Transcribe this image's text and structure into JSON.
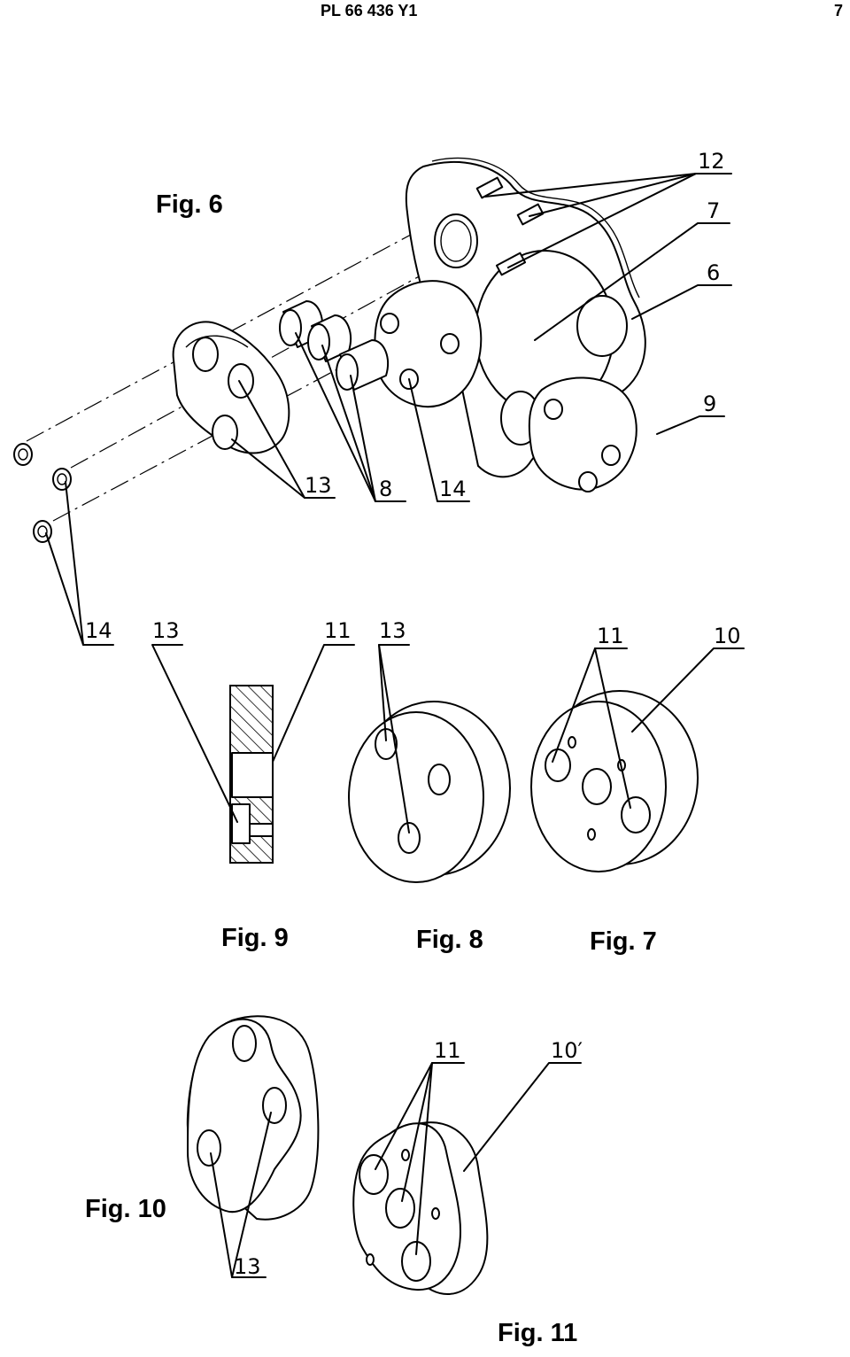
{
  "header": {
    "document_number": "PL 66 436 Y1",
    "page_number": "7"
  },
  "figures": {
    "fig6": {
      "caption": "Fig. 6",
      "labels": [
        "12",
        "7",
        "6",
        "9",
        "13",
        "8",
        "14",
        "14"
      ]
    },
    "fig9": {
      "caption": "Fig. 9",
      "labels": [
        "13",
        "11"
      ]
    },
    "fig8": {
      "caption": "Fig. 8",
      "labels": [
        "13"
      ]
    },
    "fig7": {
      "caption": "Fig. 7",
      "labels": [
        "11",
        "10"
      ]
    },
    "fig10": {
      "caption": "Fig. 10",
      "labels": [
        "13"
      ]
    },
    "fig11": {
      "caption": "Fig. 11",
      "labels": [
        "11",
        "10′"
      ]
    }
  }
}
